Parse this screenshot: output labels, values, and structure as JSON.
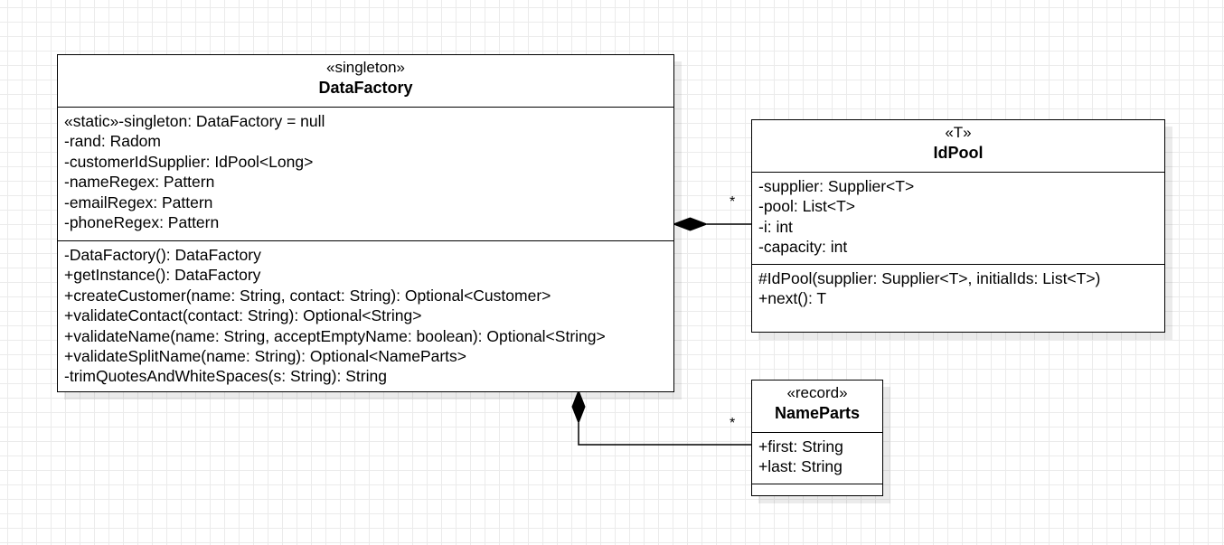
{
  "classes": {
    "data_factory": {
      "stereotype": "«singleton»",
      "name": "DataFactory",
      "attributes": [
        "«static»-singleton: DataFactory = null",
        "-rand: Radom",
        "-customerIdSupplier: IdPool<Long>",
        "-nameRegex: Pattern",
        "-emailRegex: Pattern",
        "-phoneRegex: Pattern"
      ],
      "operations": [
        "-DataFactory(): DataFactory",
        "+getInstance(): DataFactory",
        "+createCustomer(name: String, contact: String): Optional<Customer>",
        "+validateContact(contact: String): Optional<String>",
        "+validateName(name: String, acceptEmptyName: boolean): Optional<String>",
        "+validateSplitName(name: String): Optional<NameParts>",
        "-trimQuotesAndWhiteSpaces(s: String): String"
      ]
    },
    "id_pool": {
      "stereotype": "«T»",
      "name": "IdPool",
      "attributes": [
        "-supplier: Supplier<T>",
        "-pool: List<T>",
        "-i: int",
        "-capacity: int"
      ],
      "operations": [
        "#IdPool(supplier: Supplier<T>, initialIds: List<T>)",
        "+next(): T"
      ]
    },
    "name_parts": {
      "stereotype": "«record»",
      "name": "NameParts",
      "attributes": [
        "+first: String",
        "+last: String"
      ],
      "operations": []
    }
  },
  "relations": [
    {
      "type": "composition",
      "from": "DataFactory",
      "to": "IdPool",
      "multiplicity": "*"
    },
    {
      "type": "composition",
      "from": "DataFactory",
      "to": "NameParts",
      "multiplicity": "*"
    }
  ]
}
